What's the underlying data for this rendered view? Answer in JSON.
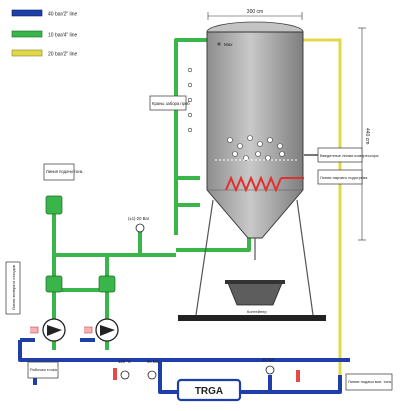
{
  "legend": [
    {
      "label": "40 bar/2\" line",
      "color": "#1f3fa8"
    },
    {
      "label": "10 bar/4\" line",
      "color": "#3ab54a"
    },
    {
      "label": "20 bar/2\" line",
      "color": "#e0d84a"
    }
  ],
  "tank": {
    "width_label": "300 cm",
    "height_label": "440 cm",
    "top_label": "Max"
  },
  "labels": {
    "sampling_valves": "Краны забора проб",
    "air_supply": "Введенные линии компрессора",
    "steam_heating": "Линия паровго подогрева",
    "feed_line": "Линия подачи тонк.",
    "return_line": "Линия возврата отходов",
    "pressure_gauge": "(±1)-20 Bar",
    "grain_bin": "Контейнер",
    "sample_point": "Рабочая точка",
    "temp_gauge": "120 °C",
    "pressure_60": "60 Bar",
    "pressure_40": "40 Bar",
    "delivery_line": "Линия подачи мат. тонк",
    "trga": "TRGA"
  },
  "colors": {
    "blue_line": "#1f3fa8",
    "green_line": "#3ab54a",
    "yellow_line": "#e0d84a",
    "tank_fill": "#a8a8a8",
    "heater": "#e23030",
    "red_valve": "#e34b4b"
  }
}
